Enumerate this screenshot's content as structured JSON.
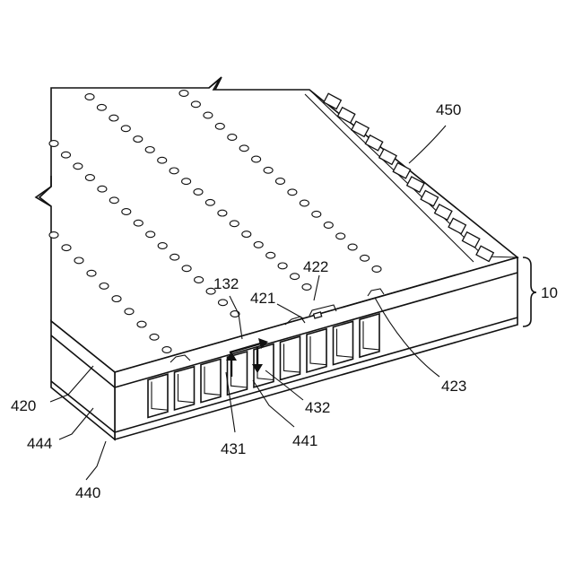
{
  "figure": {
    "labels": {
      "l10": "10",
      "l132": "132",
      "l420": "420",
      "l421": "421",
      "l422": "422",
      "l423": "423",
      "l431": "431",
      "l432": "432",
      "l440": "440",
      "l441": "441",
      "l444": "444",
      "l450": "450"
    },
    "hole_rows": 4,
    "edge_pads": 12,
    "cavities": 9
  }
}
